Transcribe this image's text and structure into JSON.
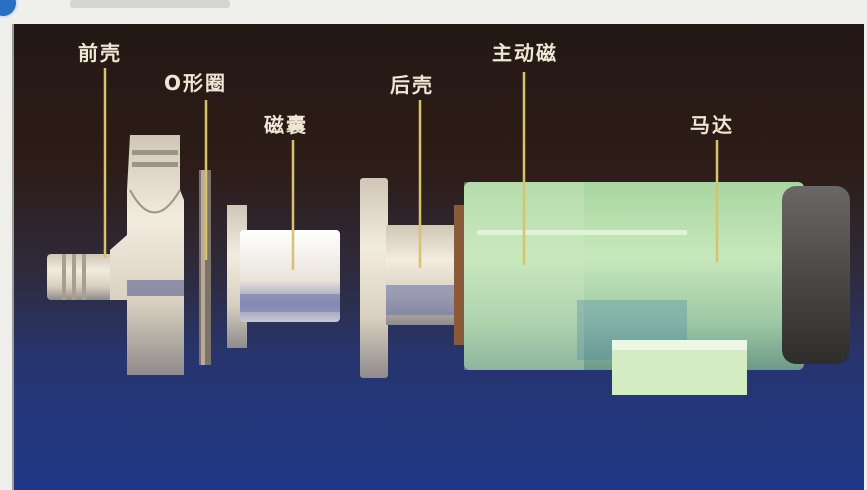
{
  "labels": {
    "front_shell": "前壳",
    "o_ring": "O形圈",
    "magnet_cup": "磁囊",
    "rear_shell": "后壳",
    "drive_magnet": "主动磁",
    "motor": "马达"
  },
  "colors": {
    "badge": "#2a6fc2",
    "leader_line": "#d9c36a",
    "motor_body": "#bfe5b5",
    "motor_cap": "#4a4a48",
    "pump_part": "#e6dcc8"
  }
}
